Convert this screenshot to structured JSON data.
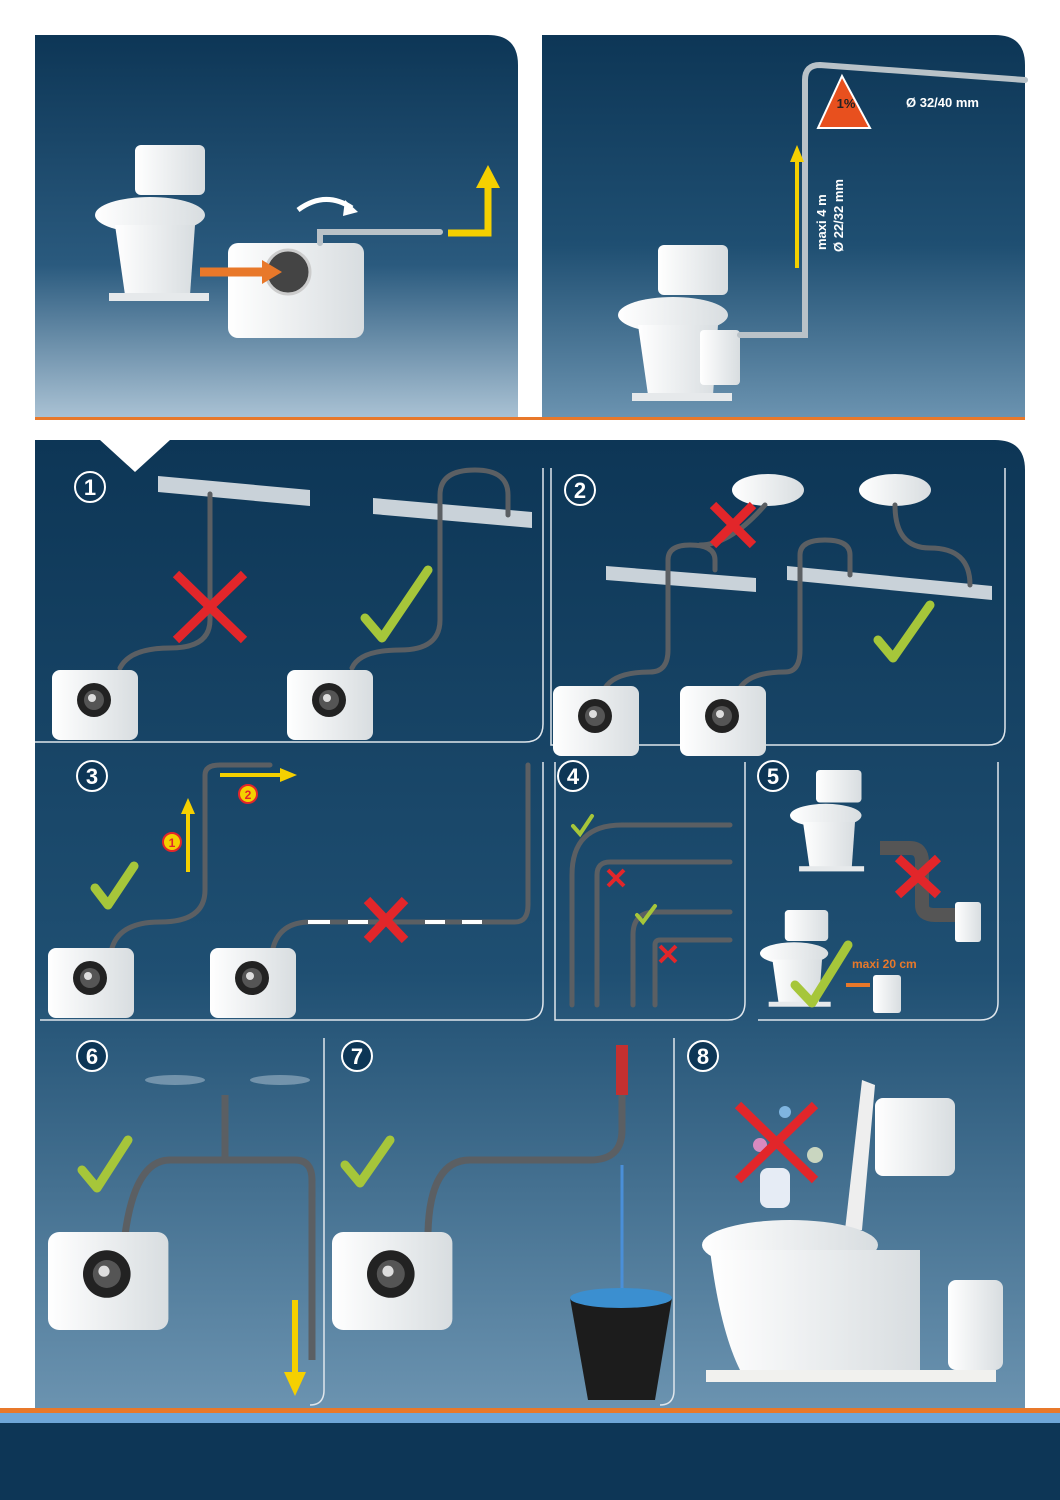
{
  "colors": {
    "navy": "#0d3656",
    "panel_bottom": "#5d87a6",
    "orange": "#e8782a",
    "light_blue": "#6ea6d8",
    "check": "#a6c63a",
    "cross": "#e2262a",
    "arrow": "#f5d000"
  },
  "top_right": {
    "slope_badge": "1%",
    "outlet_diameter": "Ø 32/40 mm",
    "max_height": "maxi 4 m",
    "riser_diameter": "Ø 22/32 mm"
  },
  "steps": [
    {
      "number": "1"
    },
    {
      "number": "2"
    },
    {
      "number": "3",
      "markers": [
        "1",
        "2"
      ]
    },
    {
      "number": "4"
    },
    {
      "number": "5",
      "distance_label": "maxi 20 cm"
    },
    {
      "number": "6"
    },
    {
      "number": "7"
    },
    {
      "number": "8"
    }
  ]
}
